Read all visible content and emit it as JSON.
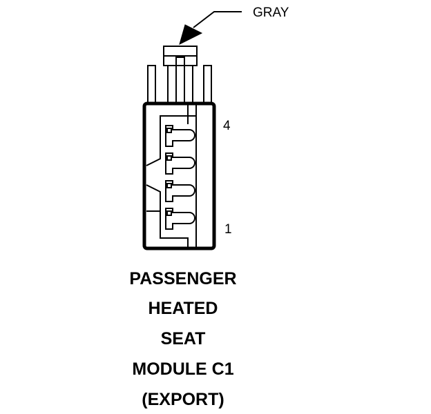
{
  "wire_color_label": "GRAY",
  "pin_labels": {
    "top": "4",
    "bottom": "1"
  },
  "title_lines": [
    "PASSENGER",
    "HEATED",
    "SEAT",
    "MODULE C1",
    "(EXPORT)"
  ]
}
